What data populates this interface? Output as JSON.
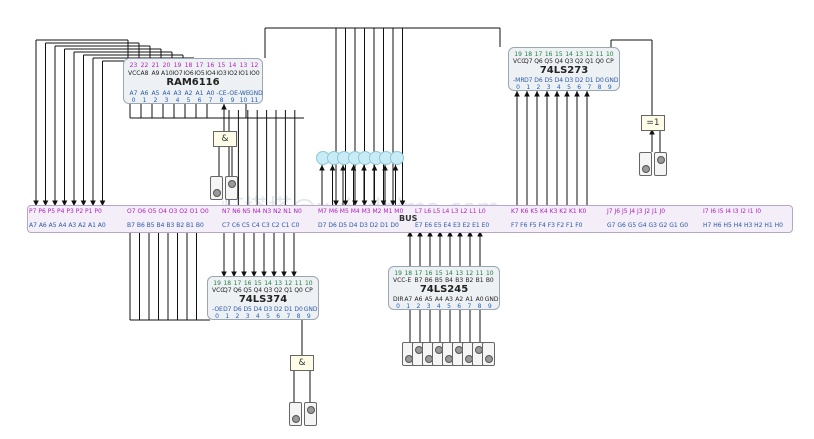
{
  "ram": {
    "name": "RAM6116",
    "top_nums": [
      "23",
      "22",
      "21",
      "20",
      "19",
      "18",
      "17",
      "16",
      "15",
      "14",
      "13",
      "12"
    ],
    "top_labels": [
      "VCC",
      "A8",
      "A9",
      "A10",
      "IO7",
      "IO6",
      "IO5",
      "IO4",
      "IO3",
      "IO2",
      "IO1",
      "IO0"
    ],
    "bot_labels": [
      "A7",
      "A6",
      "A5",
      "A4",
      "A3",
      "A2",
      "A1",
      "A0",
      "-CE",
      "-OE",
      "-WE",
      "GND"
    ],
    "bot_nums": [
      "0",
      "1",
      "2",
      "3",
      "4",
      "5",
      "6",
      "7",
      "8",
      "9",
      "10",
      "11"
    ]
  },
  "chip273": {
    "name": "74LS273",
    "top_nums": [
      "19",
      "18",
      "17",
      "16",
      "15",
      "14",
      "13",
      "12",
      "11",
      "10"
    ],
    "top_labels": [
      "VCC",
      "Q7",
      "Q6",
      "Q5",
      "Q4",
      "Q3",
      "Q2",
      "Q1",
      "Q0",
      "CP"
    ],
    "bot_labels": [
      "-MR",
      "D7",
      "D6",
      "D5",
      "D4",
      "D3",
      "D2",
      "D1",
      "D0",
      "GND"
    ],
    "bot_nums": [
      "0",
      "1",
      "2",
      "3",
      "4",
      "5",
      "6",
      "7",
      "8",
      "9"
    ]
  },
  "chip374": {
    "name": "74LS374",
    "top_nums": [
      "19",
      "18",
      "17",
      "16",
      "15",
      "14",
      "13",
      "12",
      "11",
      "10"
    ],
    "top_labels": [
      "VCC",
      "Q7",
      "Q6",
      "Q5",
      "Q4",
      "Q3",
      "Q2",
      "Q1",
      "Q0",
      "CP"
    ],
    "bot_labels": [
      "-OE",
      "D7",
      "D6",
      "D5",
      "D4",
      "D3",
      "D2",
      "D1",
      "D0",
      "GND"
    ],
    "bot_nums": [
      "0",
      "1",
      "2",
      "3",
      "4",
      "5",
      "6",
      "7",
      "8",
      "9"
    ]
  },
  "chip245": {
    "name": "74LS245",
    "top_nums": [
      "19",
      "18",
      "17",
      "16",
      "15",
      "14",
      "13",
      "12",
      "11",
      "10"
    ],
    "top_labels": [
      "VCC",
      "-E",
      "B7",
      "B6",
      "B5",
      "B4",
      "B3",
      "B2",
      "B1",
      "B0"
    ],
    "bot_labels": [
      "DIR",
      "A7",
      "A6",
      "A5",
      "A4",
      "A3",
      "A2",
      "A1",
      "A0",
      "GND"
    ],
    "bot_nums": [
      "0",
      "1",
      "2",
      "3",
      "4",
      "5",
      "6",
      "7",
      "8",
      "9"
    ]
  },
  "bus": {
    "label": "BUS",
    "top_groups": [
      "P7 P6 P5 P4 P3 P2 P1 P0",
      "O7 O6 O5 O4 O3 O2 O1 O0",
      "N7 N6 N5 N4 N3 N2 N1 N0",
      "M7 M6 M5 M4 M3 M2 M1 M0",
      "L7 L6 L5 L4 L3 L2 L1 L0",
      "K7 K6 K5 K4 K3 K2 K1 K0",
      "J7 J6 J5 J4 J3 J2 J1 J0",
      "I7 I6 I5 I4 I3 I2 I1 I0"
    ],
    "bottom_groups": [
      "A7 A6 A5 A4 A3 A2 A1 A0",
      "B7 B6 B5 B4 B3 B2 B1 B0",
      "C7 C6 C5 C4 C3 C2 C1 C0",
      "D7 D6 D5 D4 D3 D2 D1 D0",
      "E7 E6 E5 E4 E3 E2 E1 E0",
      "F7 F6 F5 F4 F3 F2 F1 F0",
      "G7 G6 G5 G4 G3 G2 G1 G0",
      "H7 H6 H5 H4 H3 H2 H1 H0"
    ]
  },
  "gates": {
    "and_top": "&",
    "and_bottom": "&",
    "not_right": "=1"
  },
  "watermark": "灯塔塔@xuiydaima.com",
  "colors": {
    "pin_number": "#b020c0",
    "pin_label": "#2858a8",
    "wire": "#111111",
    "chip_fill": "#eef1f4",
    "bus_fill": "#f3eef8",
    "bulb": "#c8ecf6"
  }
}
